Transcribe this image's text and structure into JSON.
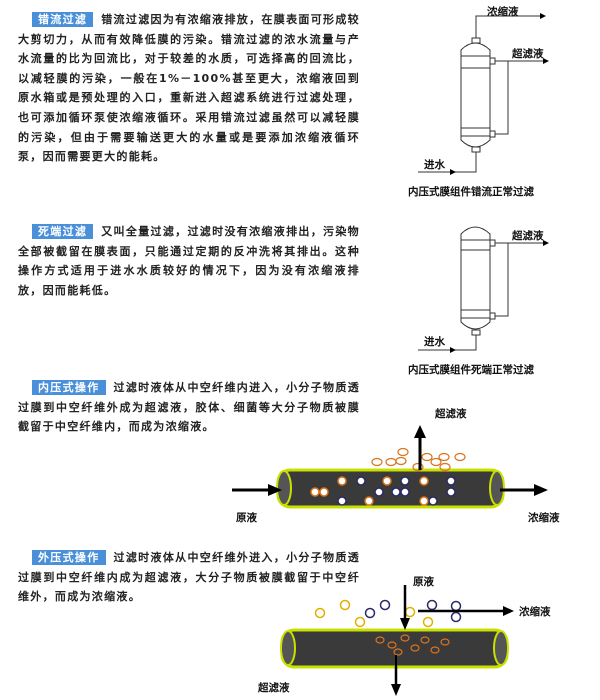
{
  "sections": [
    {
      "tag": "错流过滤",
      "text": "错流过滤因为有浓缩液排放，在膜表面可形成较大剪切力，从而有效降低膜的污染。错流过滤的浓水流量与产水流量的比为回流比，对于较差的水质，可选择高的回流比，以减轻膜的污染，一般在1%－100%甚至更大，浓缩液回到原水箱或是预处理的入口，重新进入超滤系统进行过滤处理，也可添加循环泵使浓缩液循环。采用错流过滤虽然可以减轻膜的污染，但由于需要输送更大的水量或是要添加浓缩液循环泵，因而需要更大的能耗。"
    },
    {
      "tag": "死端过滤",
      "text": "又叫全量过滤，过滤时没有浓缩液排出，污染物全部被截留在膜表面，只能通过定期的反冲洗将其排出。这种操作方式适用于进水水质较好的情况下，因为没有浓缩液排放，因而能耗低。"
    },
    {
      "tag": "内压式操作",
      "text": "过滤时液体从中空纤维内进入，小分子物质透过膜到中空纤维外成为超滤液，胶体、细菌等大分子物质被膜截留于中空纤维内，而成为浓缩液。"
    },
    {
      "tag": "外压式操作",
      "text": "过滤时液体从中空纤维外进入，小分子物质透过膜到中空纤维内成为超滤液，大分子物质被膜截留于中空纤维外，而成为浓缩液。"
    }
  ],
  "diagram1": {
    "concentrate": "浓缩液",
    "permeate": "超滤液",
    "inlet": "进水",
    "caption": "内压式膜组件错流正常过滤"
  },
  "diagram2": {
    "permeate": "超滤液",
    "inlet": "进水",
    "caption": "内压式膜组件死端正常过滤"
  },
  "tube1": {
    "permeate": "超滤液",
    "feed": "原液",
    "concentrate": "浓缩液"
  },
  "tube2": {
    "feed": "原液",
    "concentrate": "浓缩液",
    "permeate": "超滤液"
  },
  "colors": {
    "tag": "#4a90d9",
    "tube": "#3a3a3a",
    "tube_edge": "#c8e000",
    "particle_orange": "#d9741f",
    "particle_navy": "#2a2a6a",
    "particle_yellow": "#e0b000"
  }
}
